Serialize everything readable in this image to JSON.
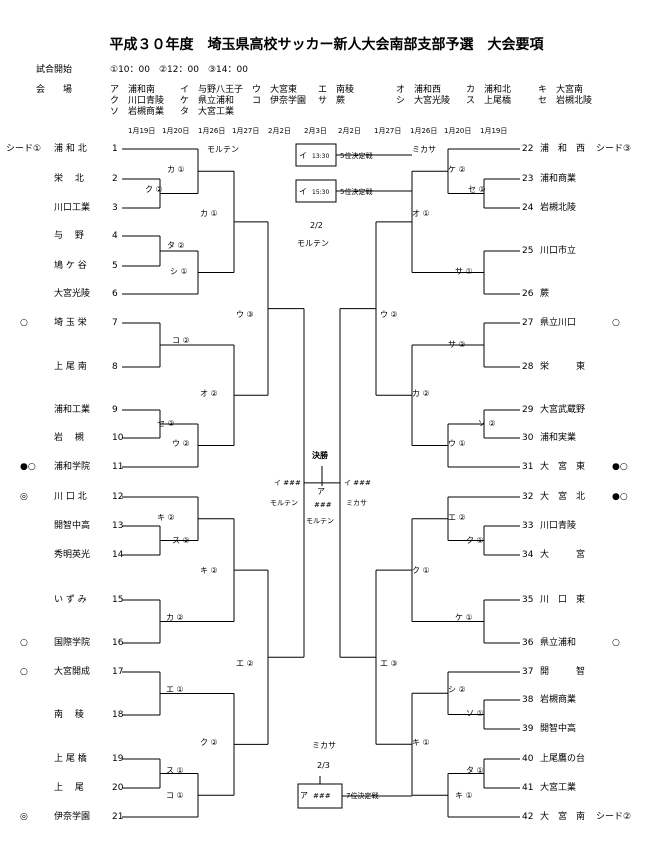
{
  "title": "平成３０年度　埼玉県高校サッカー新人大会南部支部予選　大会要項",
  "schedule": {
    "label": "試合開始",
    "times": "①10：00　②12：00　③14：00"
  },
  "venues": {
    "label": "会　　場",
    "row1": [
      {
        "k": "ア",
        "v": "浦和南"
      },
      {
        "k": "イ",
        "v": "与野八王子"
      },
      {
        "k": "ウ",
        "v": "大宮東"
      },
      {
        "k": "エ",
        "v": "南稜"
      },
      {
        "k": "オ",
        "v": "浦和西"
      },
      {
        "k": "カ",
        "v": "浦和北"
      },
      {
        "k": "キ",
        "v": "大宮南"
      }
    ],
    "row2": [
      {
        "k": "ク",
        "v": "川口青陵"
      },
      {
        "k": "ケ",
        "v": "県立浦和"
      },
      {
        "k": "コ",
        "v": "伊奈学園"
      },
      {
        "k": "サ",
        "v": "蕨"
      },
      {
        "k": "シ",
        "v": "大宮光陵"
      },
      {
        "k": "ス",
        "v": "上尾橋"
      },
      {
        "k": "セ",
        "v": "岩槻北陵"
      }
    ],
    "row3": [
      {
        "k": "ソ",
        "v": "岩槻商業"
      },
      {
        "k": "タ",
        "v": "大宮工業"
      }
    ]
  },
  "dates": [
    "1月19日",
    "1月20日",
    "1月26日",
    "1月27日",
    "2月2日",
    "2月3日",
    "2月2日",
    "1月27日",
    "1月26日",
    "1月20日",
    "1月19日"
  ],
  "left_teams": [
    {
      "n": "1",
      "name": "浦 和 北",
      "mark": "シード①"
    },
    {
      "n": "2",
      "name": "栄　 北",
      "mark": ""
    },
    {
      "n": "3",
      "name": "川口工業",
      "mark": ""
    },
    {
      "n": "4",
      "name": "与　 野",
      "mark": ""
    },
    {
      "n": "5",
      "name": "鳩 ケ 谷",
      "mark": ""
    },
    {
      "n": "6",
      "name": "大宮光陵",
      "mark": ""
    },
    {
      "n": "7",
      "name": "埼 玉 栄",
      "mark": "○"
    },
    {
      "n": "8",
      "name": "上 尾 南",
      "mark": ""
    },
    {
      "n": "9",
      "name": "浦和工業",
      "mark": ""
    },
    {
      "n": "10",
      "name": "岩　 槻",
      "mark": ""
    },
    {
      "n": "11",
      "name": "浦和学院",
      "mark": "●○"
    },
    {
      "n": "12",
      "name": "川 口 北",
      "mark": "◎"
    },
    {
      "n": "13",
      "name": "開智中高",
      "mark": ""
    },
    {
      "n": "14",
      "name": "秀明英光",
      "mark": ""
    },
    {
      "n": "15",
      "name": "い ず み",
      "mark": ""
    },
    {
      "n": "16",
      "name": "国際学院",
      "mark": "○"
    },
    {
      "n": "17",
      "name": "大宮開成",
      "mark": "○"
    },
    {
      "n": "18",
      "name": "南　 稜",
      "mark": ""
    },
    {
      "n": "19",
      "name": "上 尾 橋",
      "mark": ""
    },
    {
      "n": "20",
      "name": "上　 尾",
      "mark": ""
    },
    {
      "n": "21",
      "name": "伊奈学園",
      "mark": "◎"
    }
  ],
  "right_teams": [
    {
      "n": "22",
      "name": "浦　和　西",
      "mark": "シード③"
    },
    {
      "n": "23",
      "name": "浦和商業",
      "mark": ""
    },
    {
      "n": "24",
      "name": "岩槻北陵",
      "mark": ""
    },
    {
      "n": "25",
      "name": "川口市立",
      "mark": ""
    },
    {
      "n": "26",
      "name": "蕨",
      "mark": ""
    },
    {
      "n": "27",
      "name": "県立川口",
      "mark": "○"
    },
    {
      "n": "28",
      "name": "栄　　　東",
      "mark": ""
    },
    {
      "n": "29",
      "name": "大宮武蔵野",
      "mark": ""
    },
    {
      "n": "30",
      "name": "浦和実業",
      "mark": ""
    },
    {
      "n": "31",
      "name": "大　宮　東",
      "mark": "●○"
    },
    {
      "n": "32",
      "name": "大　宮　北",
      "mark": "●○"
    },
    {
      "n": "33",
      "name": "川口青陵",
      "mark": ""
    },
    {
      "n": "34",
      "name": "大　　　宮",
      "mark": ""
    },
    {
      "n": "35",
      "name": "川　口　東",
      "mark": ""
    },
    {
      "n": "36",
      "name": "県立浦和",
      "mark": "○"
    },
    {
      "n": "37",
      "name": "開　　　智",
      "mark": ""
    },
    {
      "n": "38",
      "name": "岩槻商業",
      "mark": ""
    },
    {
      "n": "39",
      "name": "開智中高",
      "mark": ""
    },
    {
      "n": "40",
      "name": "上尾鷹の台",
      "mark": ""
    },
    {
      "n": "41",
      "name": "大宮工業",
      "mark": ""
    },
    {
      "n": "42",
      "name": "大　宮　南",
      "mark": "シード②"
    }
  ],
  "left_games": [
    "カ ①",
    "ク ②",
    "タ ②",
    "シ ①",
    "コ ②",
    "セ ②",
    "ウ ②",
    "キ ②",
    "ス ②",
    "カ ②",
    "エ ①",
    "ス ①",
    "コ ①",
    "カ ①",
    "オ ②",
    "キ ②",
    "ク ②",
    "ウ ③",
    "エ ②"
  ],
  "right_games": [
    "ケ ②",
    "セ ①",
    "サ ①",
    "サ ②",
    "ソ ②",
    "ウ ①",
    "エ ②",
    "ク ①",
    "ケ ①",
    "シ ②",
    "ソ ①",
    "タ ①",
    "キ ①",
    "オ ①",
    "カ ②",
    "ク ①",
    "キ ①",
    "ウ ②",
    "エ ③"
  ],
  "left_venues": [
    "モルテン"
  ],
  "right_venues": [
    "ミカサ"
  ],
  "center": {
    "game5a_v": "イ",
    "game5a_t": "13:30",
    "game5a_label": "5位決定戦",
    "game5b_v": "イ",
    "game5b_t": "15:30",
    "game5b_label": "5位決定戦",
    "day": "2/2",
    "day_ball": "モルテン",
    "final_label": "決勝",
    "final_v": "ア",
    "final_hash": "###",
    "final_ball": "モルテン",
    "semi_left": "イ ###",
    "semi_left_ball": "モルテン",
    "semi_right": "イ ###",
    "semi_right_ball": "ミカサ",
    "third_ball": "ミカサ",
    "third_day": "2/3",
    "game7_v": "ア",
    "game7_hash": "###",
    "game7_label": "7位決定戦"
  }
}
